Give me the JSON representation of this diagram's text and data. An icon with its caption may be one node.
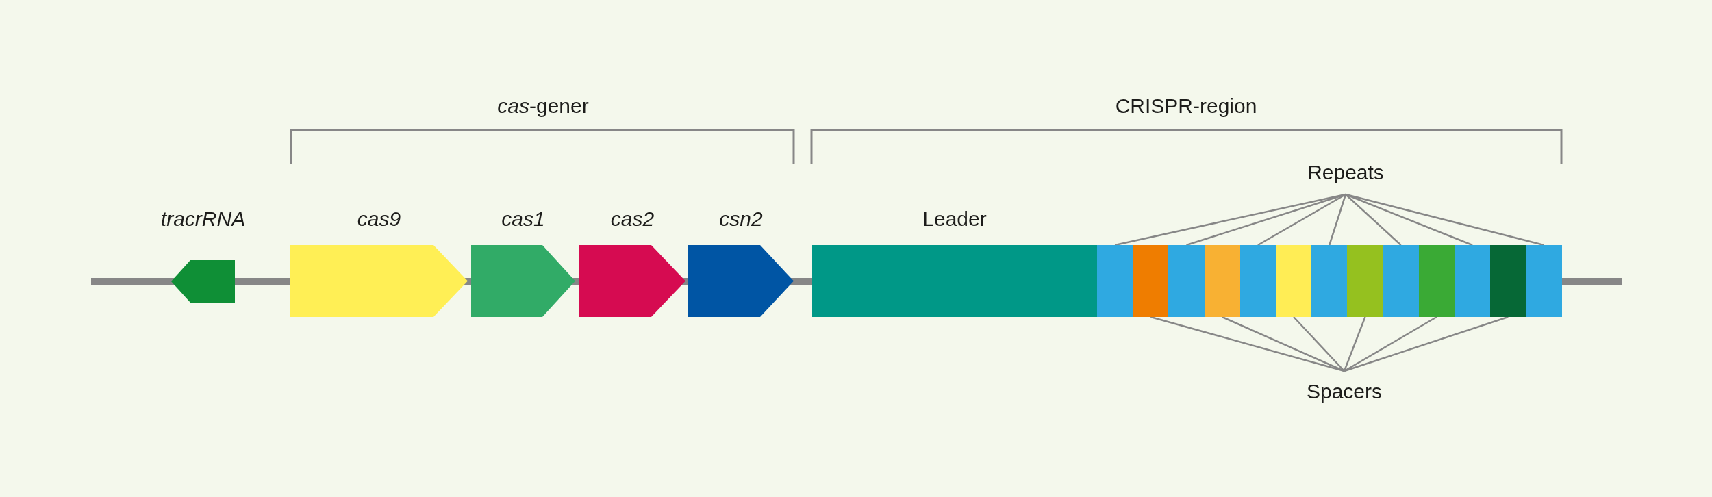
{
  "diagram": {
    "nodes": [
      {
        "text": [
          "tracrRNA"
        ]
      },
      {
        "text": [
          "cas9"
        ]
      },
      {
        "text": [
          "cas1"
        ]
      },
      {
        "text": [
          "cas2"
        ]
      },
      {
        "text": [
          "csn2"
        ]
      },
      {
        "text": [
          "Leader"
        ]
      },
      {
        "text": [
          "Repeats"
        ]
      },
      {
        "text": [],
        "shape": "box"
      },
      {
        "text": [],
        "shape": "box"
      },
      {
        "text": [],
        "shape": "box"
      },
      {
        "text": [],
        "shape": "box"
      },
      {
        "text": [],
        "shape": "box"
      },
      {
        "text": [],
        "shape": "box"
      },
      {
        "text": [],
        "shape": "box"
      },
      {
        "text": [],
        "shape": "box"
      },
      {
        "text": [],
        "shape": "box"
      },
      {
        "text": [],
        "shape": "box"
      },
      {
        "text": [],
        "shape": "box"
      },
      {
        "text": [],
        "shape": "box"
      },
      {
        "text": [],
        "shape": "box"
      },
      {
        "text": [
          "Spacers"
        ]
      }
    ],
    "edges": [
      {
        "from": 6,
        "to": 7,
        "arrow": "none"
      },
      {
        "from": 6,
        "to": 9,
        "arrow": "none"
      },
      {
        "from": 6,
        "to": 11,
        "arrow": "none"
      },
      {
        "from": 6,
        "to": 13,
        "arrow": "none"
      },
      {
        "from": 6,
        "to": 15,
        "arrow": "none"
      },
      {
        "from": 6,
        "to": 17,
        "arrow": "none"
      },
      {
        "from": 6,
        "to": 19,
        "arrow": "none"
      },
      {
        "from": 20,
        "to": 8,
        "arrow": "none"
      },
      {
        "from": 20,
        "to": 10,
        "arrow": "none"
      },
      {
        "from": 20,
        "to": 12,
        "arrow": "none"
      },
      {
        "from": 20,
        "to": 14,
        "arrow": "none"
      },
      {
        "from": 20,
        "to": 16,
        "arrow": "none"
      },
      {
        "from": 20,
        "to": 18,
        "arrow": "none"
      }
    ],
    "labels": [
      "*cas*-gener",
      "CRISPR-region"
    ]
  }
}
